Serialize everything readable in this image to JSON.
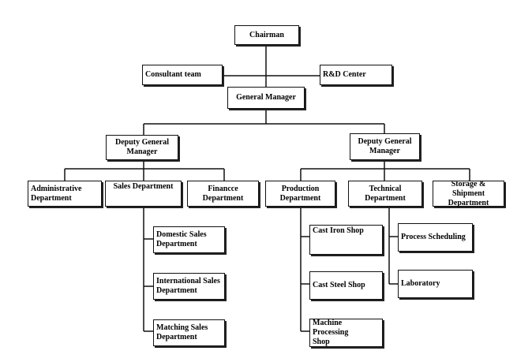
{
  "nodes": {
    "chairman": "Chairman",
    "consultant": "Consultant team",
    "rnd": "R&D Center",
    "general_manager": "General Manager",
    "deputy_left": "Deputy General\nManager",
    "deputy_right": "Deputy General\nManager",
    "administrative": "Administrative\nDepartment",
    "sales": "Sales Department",
    "finance": "Financce\nDepartment",
    "production": "Production\nDepartment",
    "technical": "Technical\nDepartment",
    "storage": "Storage & Shipment\nDepartment",
    "domestic_sales": "Domestic Sales\nDepartment",
    "international_sales": "International Sales\nDepartment",
    "matching_sales": "Matching Sales\nDepartment",
    "cast_iron": "Cast Iron Shop",
    "cast_steel": "Cast Steel Shop",
    "machine_processing": "Machine Processing\nShop",
    "process_scheduling": "Process Scheduling",
    "laboratory": "Laboratory"
  }
}
